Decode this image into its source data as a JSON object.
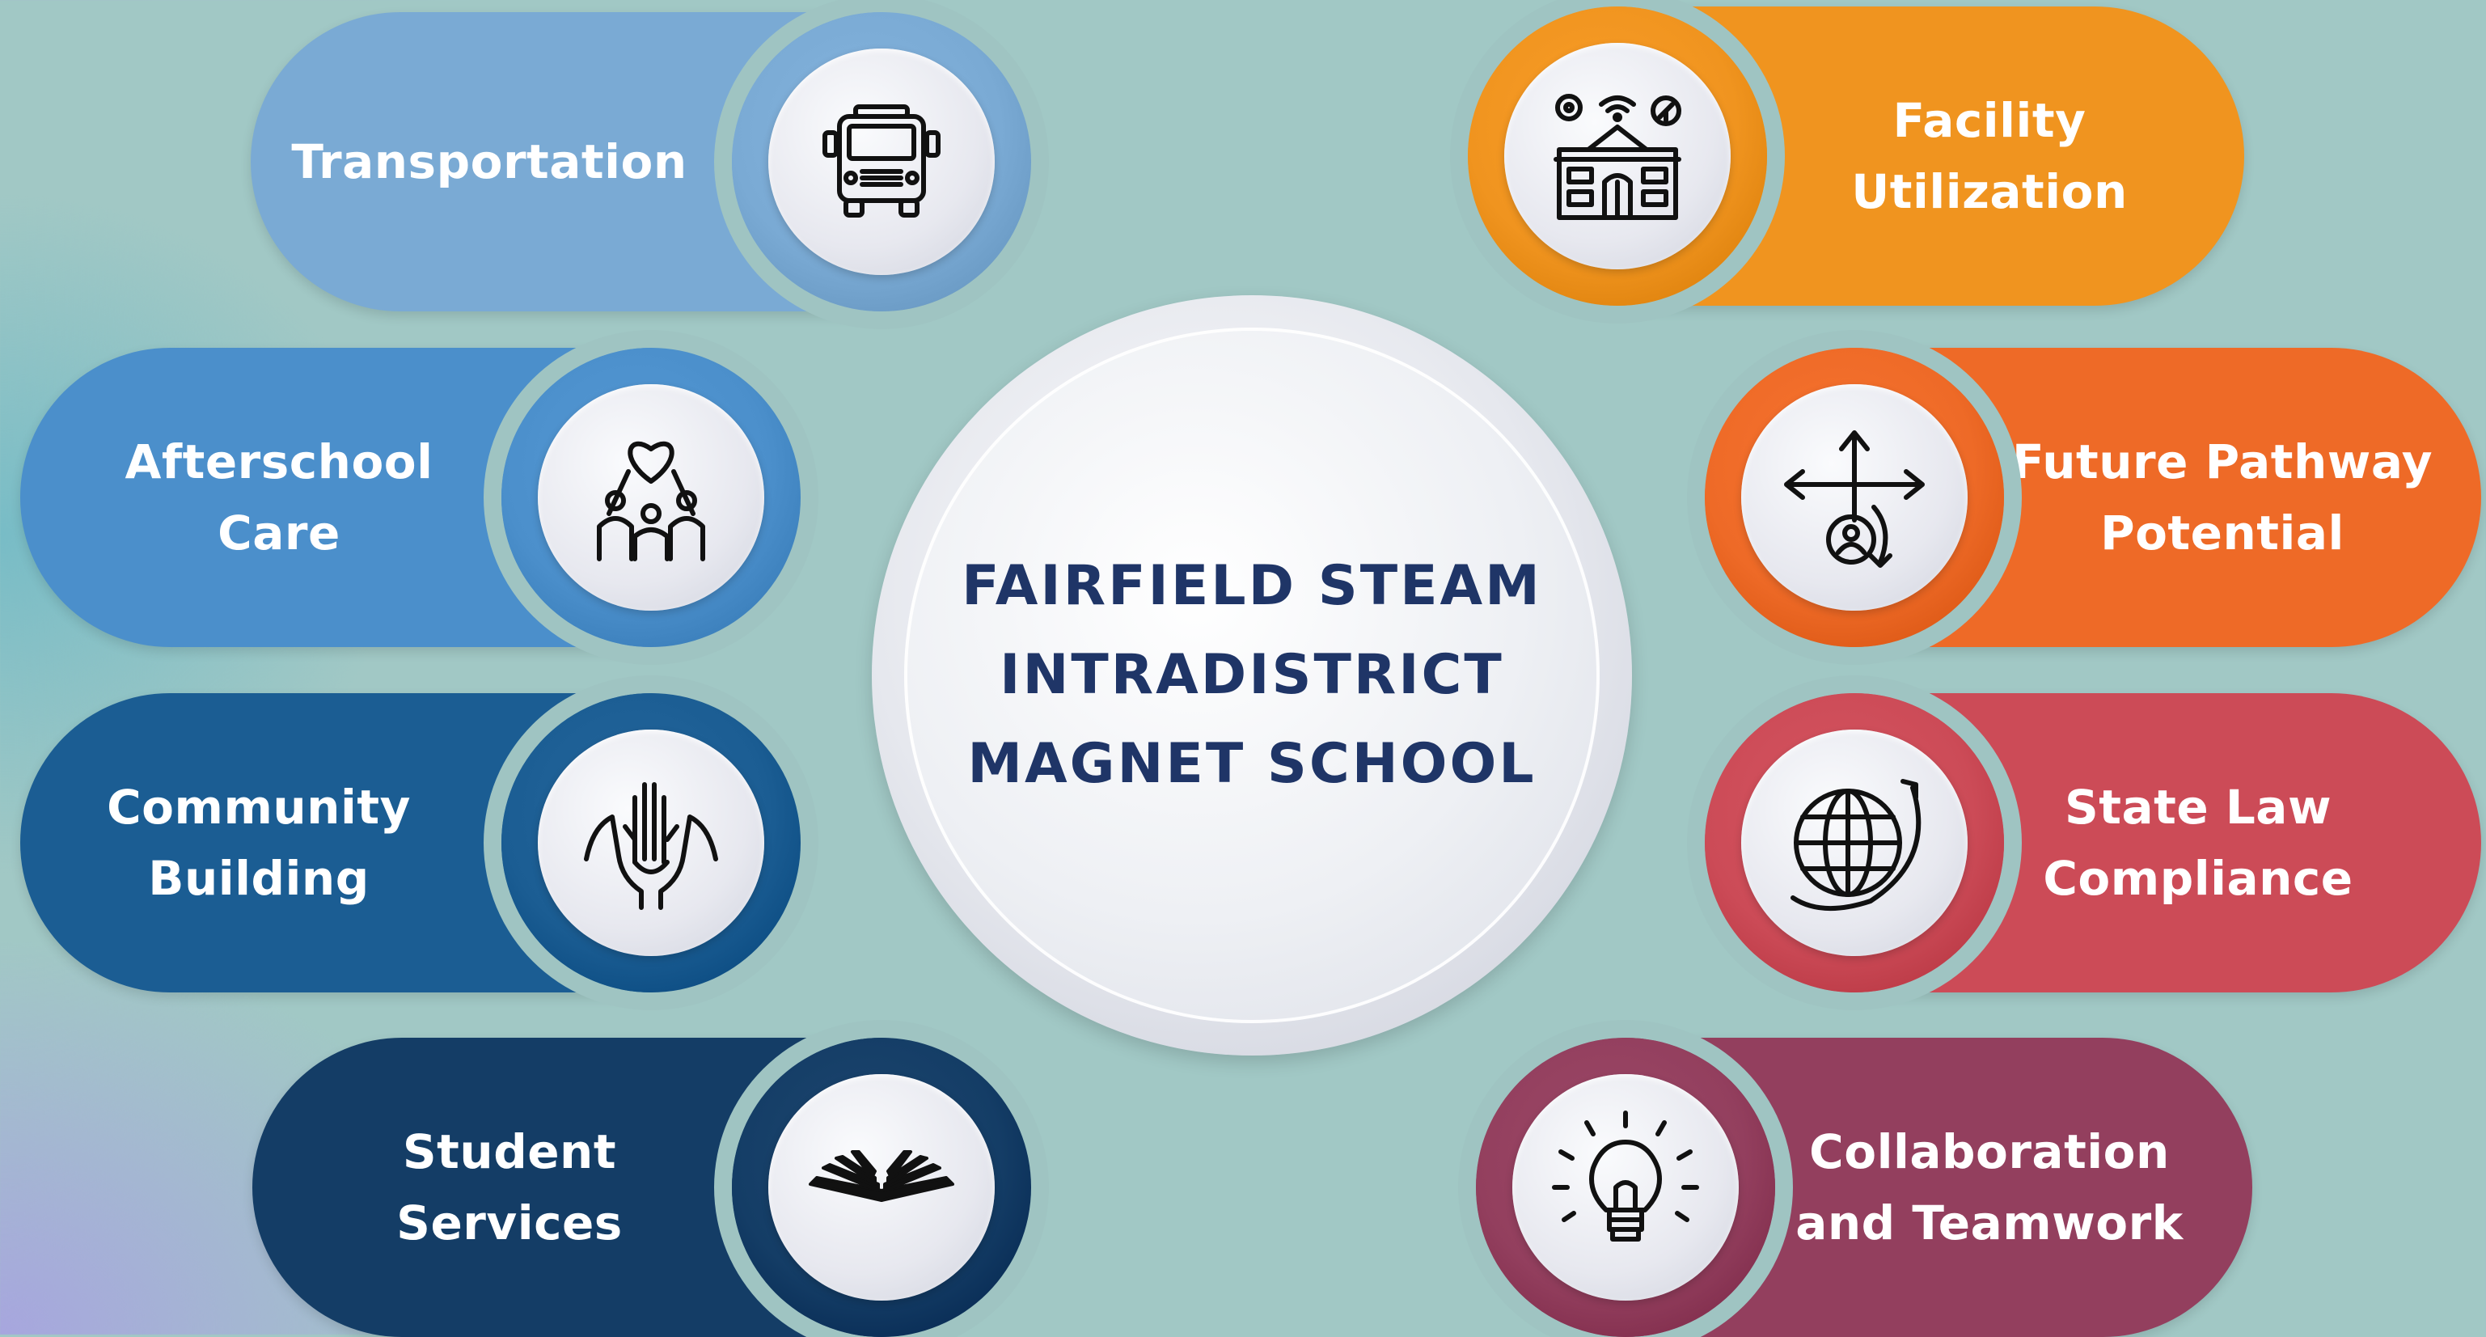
{
  "center": {
    "title": "FAIRFIELD STEAM\nINTRADISTRICT\nMAGNET SCHOOL"
  },
  "left_items": [
    {
      "label": "Transportation",
      "icon": "school-bus-icon",
      "color": "#7aaad4"
    },
    {
      "label": "Afterschool\nCare",
      "icon": "heart-hands-icon",
      "color": "#4b8fcb"
    },
    {
      "label": "Community\nBuilding",
      "icon": "helping-hands-icon",
      "color": "#1b5d93"
    },
    {
      "label": "Student\nServices",
      "icon": "open-book-icon",
      "color": "#143d66"
    }
  ],
  "right_items": [
    {
      "label": "Facility\nUtilization",
      "icon": "smart-building-icon",
      "color": "#f0941f"
    },
    {
      "label": "Future Pathway\nPotential",
      "icon": "pathway-arrows-icon",
      "color": "#ee6a27"
    },
    {
      "label": "State Law\nCompliance",
      "icon": "globe-icon",
      "color": "#cc4b57"
    },
    {
      "label": "Collaboration\nand Teamwork",
      "icon": "lightbulb-icon",
      "color": "#933f5e"
    }
  ]
}
